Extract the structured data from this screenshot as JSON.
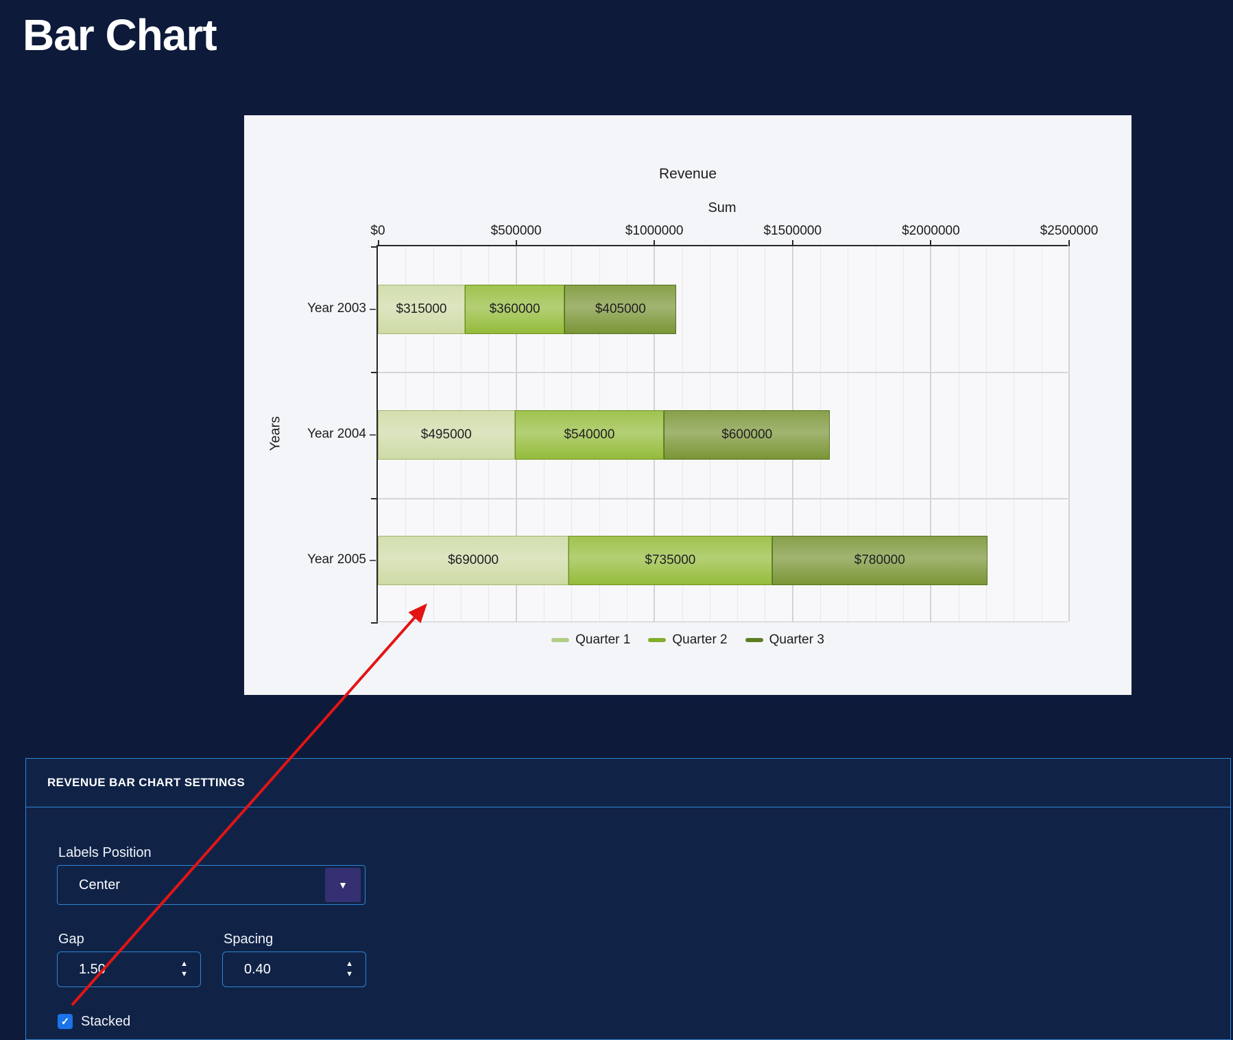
{
  "page": {
    "title": "Bar Chart"
  },
  "chart": {
    "title": "Revenue",
    "x_axis_title": "Sum",
    "y_axis_title": "Years",
    "chart_data": {
      "type": "bar",
      "orientation": "horizontal",
      "stacked": true,
      "title": "Revenue",
      "xlabel": "Sum",
      "ylabel": "Years",
      "xlim": [
        0,
        2500000
      ],
      "x_tick_values": [
        0,
        500000,
        1000000,
        1500000,
        2000000,
        2500000
      ],
      "x_tick_labels": [
        "$0",
        "$500000",
        "$1000000",
        "$1500000",
        "$2000000",
        "$2500000"
      ],
      "minor_grid_step": 100000,
      "grid": true,
      "legend_position": "bottom",
      "categories": [
        "Year 2003",
        "Year 2004",
        "Year 2005"
      ],
      "series": [
        {
          "name": "Quarter 1",
          "values": [
            315000,
            495000,
            690000
          ],
          "labels": [
            "$315000",
            "$495000",
            "$690000"
          ],
          "fill": "#ccd9a2",
          "border": "#a3b76e",
          "swatch": "#b3cc84"
        },
        {
          "name": "Quarter 2",
          "values": [
            360000,
            540000,
            735000
          ],
          "labels": [
            "$360000",
            "$540000",
            "$735000"
          ],
          "fill": "#90b933",
          "border": "#6d8f21",
          "swatch": "#83ad2b"
        },
        {
          "name": "Quarter 3",
          "values": [
            405000,
            600000,
            780000
          ],
          "labels": [
            "$405000",
            "$600000",
            "$780000"
          ],
          "fill": "#75912e",
          "border": "#55701c",
          "swatch": "#5e7d20"
        }
      ]
    }
  },
  "settings": {
    "header": "REVENUE BAR CHART SETTINGS",
    "labels_position": {
      "label": "Labels Position",
      "value": "Center"
    },
    "gap": {
      "label": "Gap",
      "value": "1.50"
    },
    "spacing": {
      "label": "Spacing",
      "value": "0.40"
    },
    "stacked": {
      "label": "Stacked",
      "checked": true
    }
  },
  "icons": {
    "dropdown_caret": "▼",
    "spin_up": "▲",
    "spin_down": "▼",
    "checkmark": "✓"
  },
  "annotation": {
    "type": "arrow",
    "color": "#e31414",
    "from_x": 105,
    "from_y": 1465,
    "to_x": 619,
    "to_y": 884
  },
  "colors": {
    "page_bg": "#0d1a3a",
    "chart_panel_bg": "#f4f5f8",
    "settings_border": "#2e86d4",
    "checkbox_accent": "#1b74e8",
    "select_button_bg": "#343071"
  }
}
